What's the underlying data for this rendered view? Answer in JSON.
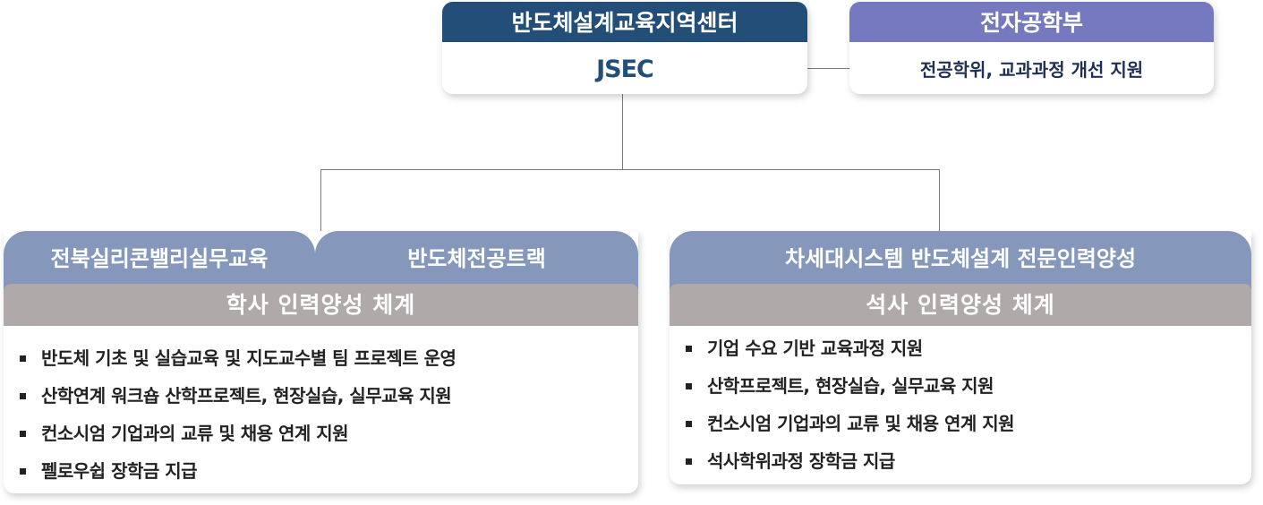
{
  "top": {
    "center": {
      "title": "반도체설계교육지역센터",
      "name": "JSEC"
    },
    "department": {
      "title": "전자공학부",
      "description": "전공학위, 교과과정 개선 지원"
    }
  },
  "left": {
    "tabs": [
      {
        "label": "전북실리콘밸리실무교육"
      },
      {
        "label": "반도체전공트랙"
      }
    ],
    "subtitle": "학사 인력양성 체계",
    "items": [
      "반도체 기초 및 실습교육 및 지도교수별 팀 프로젝트 운영",
      "산학연계 워크숍 산학프로젝트, 현장실습, 실무교육 지원",
      "컨소시엄 기업과의 교류 및 채용 연계 지원",
      "펠로우쉽 장학금 지급"
    ]
  },
  "right": {
    "title": "차세대시스템 반도체설계 전문인력양성",
    "subtitle": "석사 인력양성 체계",
    "items": [
      "기업 수요 기반 교육과정 지원",
      "산학프로젝트, 현장실습, 실무교육 지원",
      "컨소시엄 기업과의 교류 및 채용 연계 지원",
      "석사학위과정 장학금 지급"
    ]
  },
  "colors": {
    "center_header": "#234e78",
    "center_text": "#234e78",
    "department_header": "#7479c0",
    "department_text": "#1f2f55",
    "program_header": "#8598bb",
    "subheader": "#afaaa9",
    "connector": "#7a7a7a"
  }
}
